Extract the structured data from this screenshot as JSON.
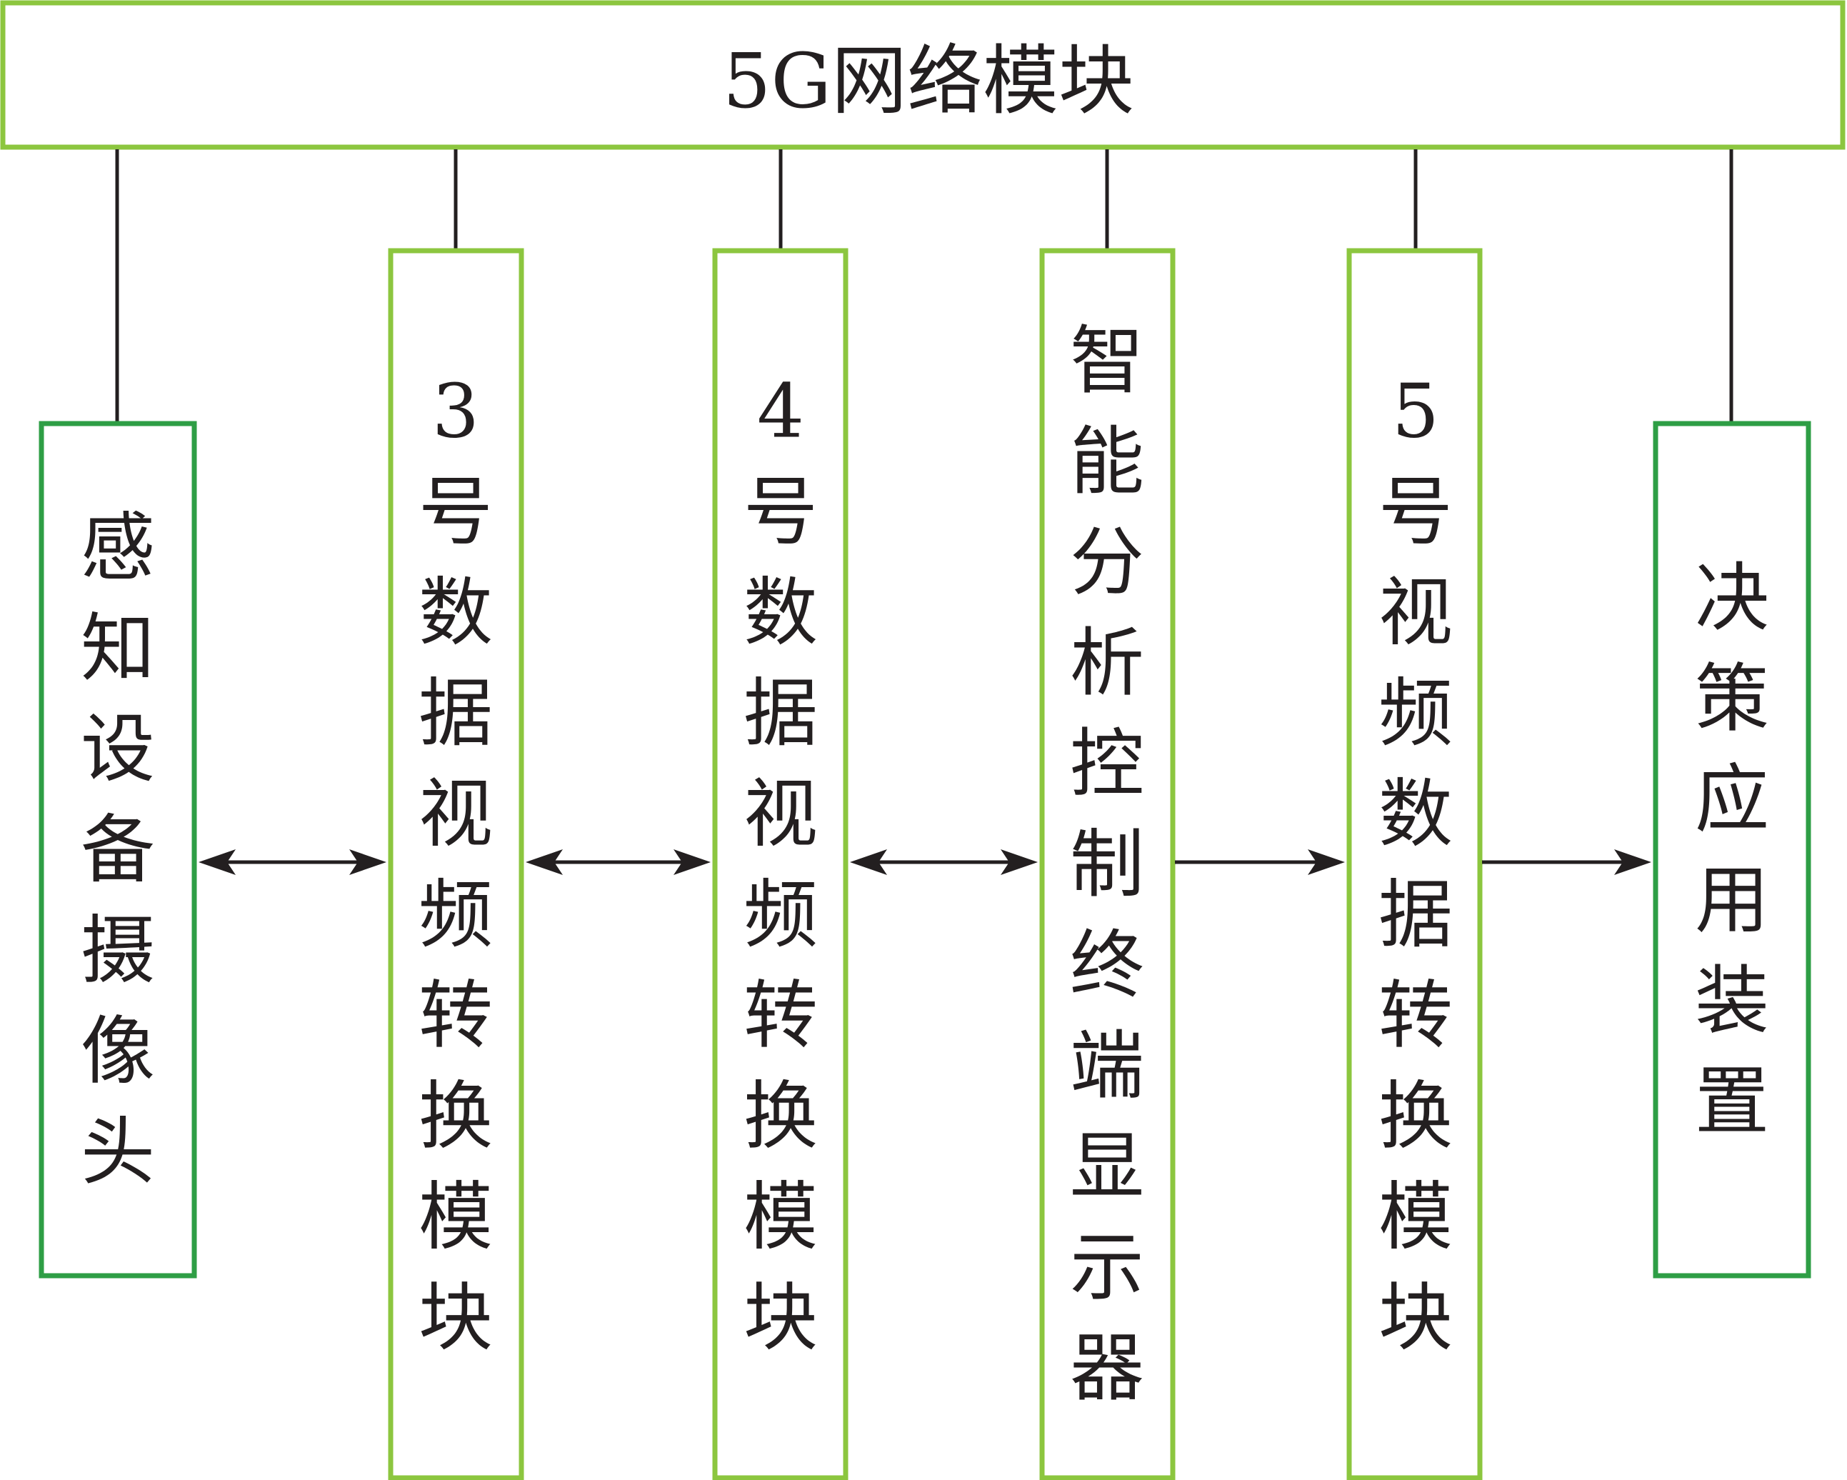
{
  "colors": {
    "light_green": "#8cc63f",
    "dark_green": "#2e9e45",
    "line": "#231f20"
  },
  "network": {
    "label": "5G网络模块"
  },
  "modules": [
    {
      "id": "camera",
      "label": "感知设备摄像头",
      "border": "dark_green"
    },
    {
      "id": "conv3",
      "label": "3号数据视频转换模块",
      "border": "light_green"
    },
    {
      "id": "conv4",
      "label": "4号数据视频转换模块",
      "border": "light_green"
    },
    {
      "id": "terminal",
      "label": "智能分析控制终端显示器",
      "border": "light_green"
    },
    {
      "id": "conv5",
      "label": "5号视频数据转换模块",
      "border": "light_green"
    },
    {
      "id": "decision",
      "label": "决策应用装置",
      "border": "dark_green"
    }
  ],
  "links": [
    {
      "from": "camera",
      "to": "conv3",
      "direction": "both"
    },
    {
      "from": "conv3",
      "to": "conv4",
      "direction": "both"
    },
    {
      "from": "conv4",
      "to": "terminal",
      "direction": "both"
    },
    {
      "from": "terminal",
      "to": "conv5",
      "direction": "forward"
    },
    {
      "from": "conv5",
      "to": "decision",
      "direction": "forward"
    }
  ]
}
